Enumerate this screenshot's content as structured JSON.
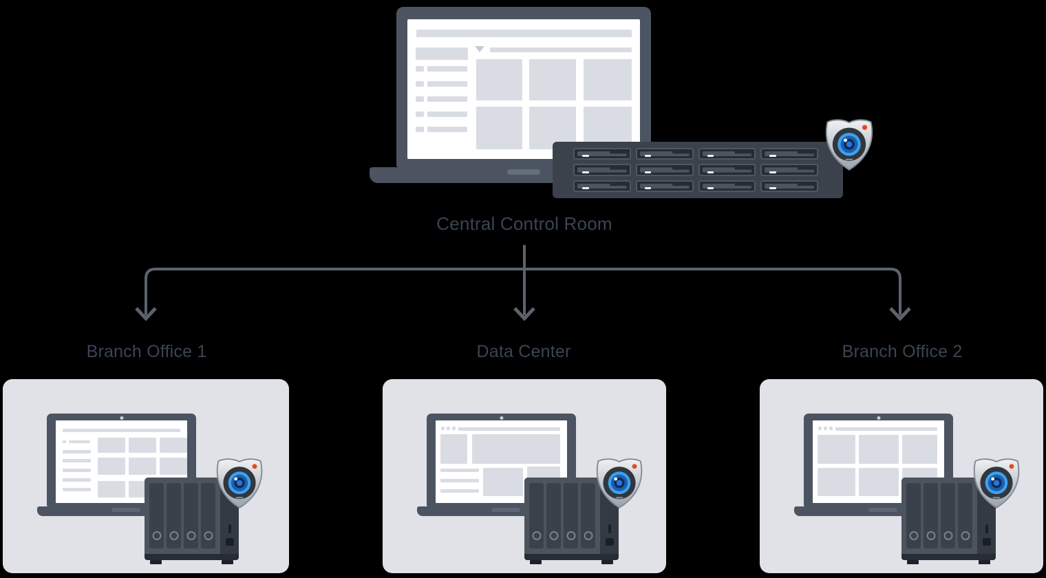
{
  "diagram": {
    "root": {
      "label": "Central Control Room",
      "icons": [
        "management-laptop-icon",
        "rackstation-nvr-icon",
        "camera-shield-icon"
      ]
    },
    "branches": [
      {
        "label": "Branch Office 1",
        "icons": [
          "laptop-icon",
          "nas-tower-icon",
          "camera-shield-icon"
        ]
      },
      {
        "label": "Data Center",
        "icons": [
          "laptop-icon",
          "nas-tower-icon",
          "camera-shield-icon"
        ]
      },
      {
        "label": "Branch Office 2",
        "icons": [
          "laptop-icon",
          "nas-tower-icon",
          "camera-shield-icon"
        ]
      }
    ],
    "colors": {
      "background": "#000000",
      "card_background": "#E1E2E7",
      "device_body": "#4C5461",
      "device_side": "#333A43",
      "rack_body": "#3B424C",
      "screen_mock": "#D9DDE3",
      "connector": "#5C636D",
      "label_text": "#3B4453",
      "camera_blue": "#3FA0EA",
      "camera_navy": "#0E2B52",
      "shield_silver": "#C7CDD4",
      "record_led": "#E8491C"
    }
  }
}
